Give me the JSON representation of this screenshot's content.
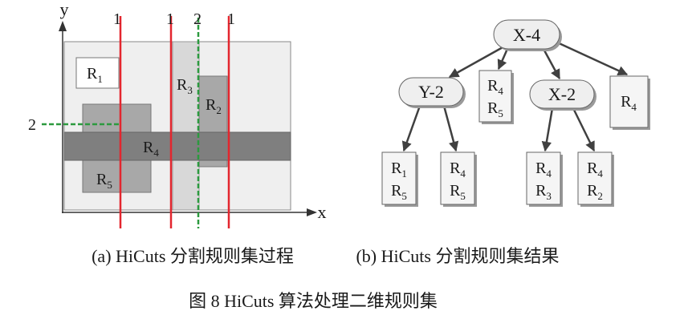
{
  "figure": {
    "axes": {
      "x_label": "x",
      "y_label": "y"
    },
    "cuts": [
      {
        "label": "1"
      },
      {
        "label": "1"
      },
      {
        "label": "2"
      },
      {
        "label": "1"
      }
    ],
    "horizontal_cut": {
      "label": "2"
    },
    "regions": {
      "r1": {
        "base": "R",
        "sub": "1"
      },
      "r2": {
        "base": "R",
        "sub": "2"
      },
      "r3": {
        "base": "R",
        "sub": "3"
      },
      "r4": {
        "base": "R",
        "sub": "4"
      },
      "r5": {
        "base": "R",
        "sub": "5"
      }
    },
    "tree": {
      "nodes": {
        "root": "X-4",
        "left": "Y-2",
        "right": "X-2"
      },
      "leaves": [
        {
          "rules": [
            {
              "base": "R",
              "sub": "4"
            },
            {
              "base": "R",
              "sub": "5"
            }
          ]
        },
        {
          "rules": [
            {
              "base": "R",
              "sub": "4"
            }
          ]
        },
        {
          "rules": [
            {
              "base": "R",
              "sub": "1"
            },
            {
              "base": "R",
              "sub": "5"
            }
          ]
        },
        {
          "rules": [
            {
              "base": "R",
              "sub": "4"
            },
            {
              "base": "R",
              "sub": "5"
            }
          ]
        },
        {
          "rules": [
            {
              "base": "R",
              "sub": "4"
            },
            {
              "base": "R",
              "sub": "3"
            }
          ]
        },
        {
          "rules": [
            {
              "base": "R",
              "sub": "4"
            },
            {
              "base": "R",
              "sub": "2"
            }
          ]
        }
      ]
    },
    "captions": {
      "a": "(a) HiCuts 分割规则集过程",
      "b": "(b) HiCuts 分割规则集结果",
      "figure": "图 8 HiCuts 算法处理二维规则集"
    }
  },
  "colors": {
    "cut_red": "#e3262e",
    "cut_green": "#2c9a3f",
    "background": "#efefef",
    "r1": "#ffffff",
    "r2": "#a8a8a8",
    "r3": "#d8d8d8",
    "r4": "#7f7f7f",
    "r5": "#a8a8a8",
    "arrow": "#404040"
  }
}
